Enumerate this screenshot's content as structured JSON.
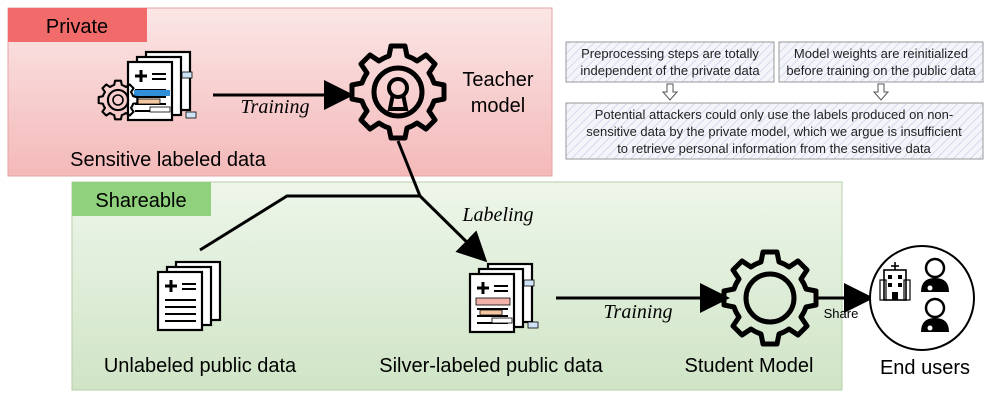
{
  "regions": {
    "private_label": "Private",
    "shareable_label": "Shareable"
  },
  "nodes": {
    "sensitive_data": "Sensitive labeled data",
    "teacher_line1": "Teacher",
    "teacher_line2": "model",
    "unlabeled_data": "Unlabeled public data",
    "silver_data": "Silver-labeled public data",
    "student_model": "Student Model",
    "end_users": "End users"
  },
  "edges": {
    "training_1": "Training",
    "labeling": "Labeling",
    "training_2": "Training",
    "share": "Share"
  },
  "notes": {
    "preprocessing_line1": "Preprocessing steps are totally",
    "preprocessing_line2": "independent of the private data",
    "weights_line1": "Model weights are reinitialized",
    "weights_line2": "before training on the public data",
    "attackers_line1": "Potential attackers could only use the labels produced on non-",
    "attackers_line2": "sensitive data by the private model, which we argue is insufficient",
    "attackers_line3": "to retrieve personal information from the sensitive data"
  },
  "colors": {
    "private_bg": "#f6c9c9",
    "private_tag": "#f26b6b",
    "shareable_bg": "#d6e8cf",
    "shareable_tag": "#8fd17c",
    "note_bg": "#eef1fa",
    "note_hatch": "#b3bcd8"
  },
  "icons": [
    "document-stack-icon",
    "lock-gear-icon",
    "gear-icon",
    "hospital-icon",
    "doctor-icon",
    "arrow-down-outline-icon"
  ]
}
